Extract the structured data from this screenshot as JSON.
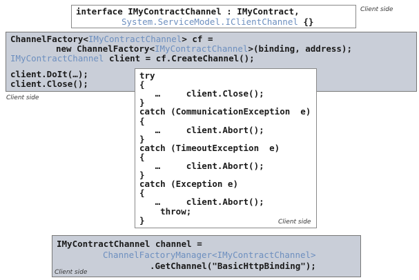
{
  "interface_box": {
    "line1": "interface IMyContractChannel : IMyContract,",
    "line2_type": "System.ServiceModel.IClientChannel",
    "line2_rest": " {}",
    "caption": "Client side"
  },
  "factory_box": {
    "l1_a": "ChannelFactory<",
    "l1_type": "IMyContractChannel",
    "l1_b": "> cf =",
    "l2_a": "new ChannelFactory<",
    "l2_type": "IMyContractChannel",
    "l2_b": ">(binding, address);",
    "l3_type": "IMyContractChannel",
    "l3_b": " client = cf.CreateChannel();",
    "l4": "client.DoIt(…);",
    "l5": "client.Close();",
    "caption": "Client side"
  },
  "try_box": {
    "lines": [
      "try",
      "{",
      "   …     client.Close();",
      "}",
      "catch (CommunicationException  e)",
      "{",
      "   …     client.Abort();",
      "}",
      "catch (TimeoutException  e)",
      "{",
      "   …     client.Abort();",
      "}",
      "catch (Exception e)",
      "{",
      "   …     client.Abort();",
      "    throw;",
      "}"
    ],
    "caption": "Client side"
  },
  "manager_box": {
    "l1": "IMyContractChannel channel =",
    "l2_type": "ChannelFactoryManager<IMyContractChannel>",
    "l3": ".GetChannel(\"BasicHttpBinding\");",
    "caption": "Client side"
  }
}
